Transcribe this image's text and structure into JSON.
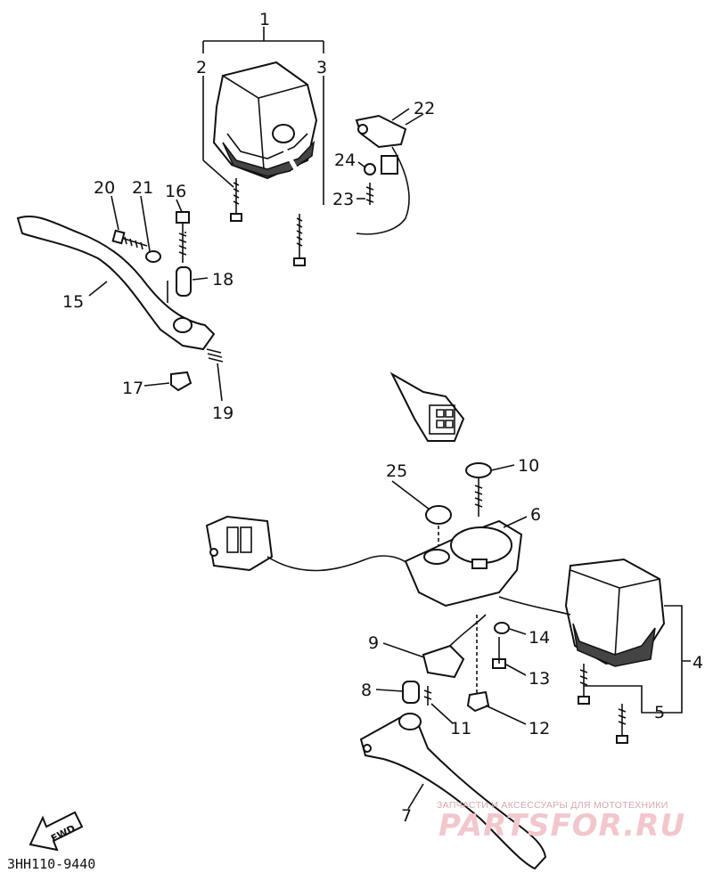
{
  "diagram": {
    "code": "3HH110-9440",
    "fwd_label": "FWD",
    "watermark_small": "ЗАПЧАСТИ И АКСЕССУАРЫ ДЛЯ МОТОТЕХНИКИ",
    "watermark_big": "PARTSFOR.RU",
    "callouts": [
      "1",
      "2",
      "3",
      "4",
      "5",
      "6",
      "7",
      "8",
      "9",
      "10",
      "11",
      "12",
      "13",
      "14",
      "15",
      "16",
      "17",
      "18",
      "19",
      "20",
      "21",
      "22",
      "23",
      "24",
      "25"
    ]
  }
}
